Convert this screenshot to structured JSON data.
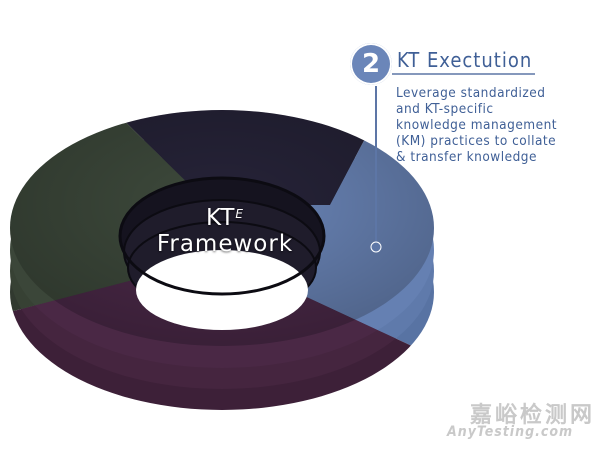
{
  "center": {
    "kt": "KT",
    "superscript": "E",
    "framework": "Framework"
  },
  "callout": {
    "number": "2",
    "title": "KT Exectution",
    "description": "Leverage standardized\nand KT-specific\nknowledge management\n(KM) practices to collate\n& transfer knowledge"
  },
  "watermark": {
    "chinese": "嘉峪检测网",
    "english": "AnyTesting.com"
  },
  "colors": {
    "navy_segment": "#262338",
    "blue_segment": "#6b86b9",
    "plum_segment": "#4d2a4a",
    "olive_segment": "#3e4a3c",
    "callout_text": "#3f5f96",
    "watermark": "#c9c9c9"
  }
}
